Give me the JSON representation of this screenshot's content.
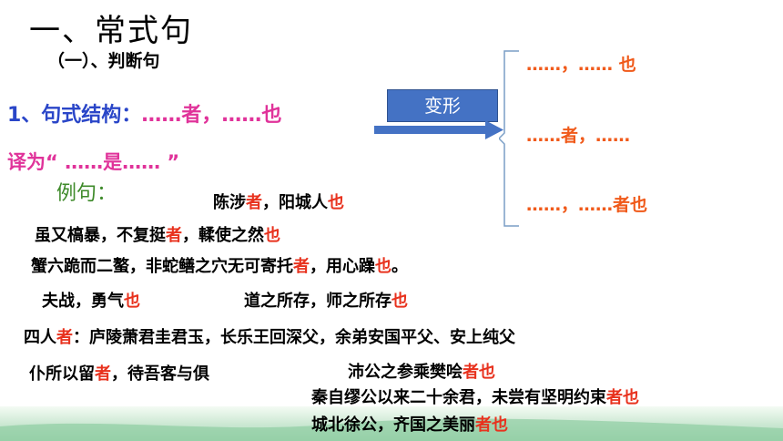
{
  "title": "一、常式句",
  "subtitle": "（一）、判断句",
  "structure": {
    "prefix": "1、句式结构：",
    "pattern": "……者，……也"
  },
  "translation": {
    "text": "译为“ ……是…… ”"
  },
  "example_label": "例句：",
  "transform_label": "变形",
  "forms": [
    {
      "text": "……，…… ",
      "particle": "也"
    },
    {
      "text": "……者，……",
      "particle": ""
    },
    {
      "text": "……，……",
      "particle": "者也"
    }
  ],
  "examples": [
    {
      "a": "陈涉",
      "b": "者",
      "c": "，阳城人",
      "d": "也",
      "e": ""
    },
    {
      "a": "虽又槁暴，不复挺",
      "b": "者",
      "c": "，輮使之然",
      "d": "也",
      "e": ""
    },
    {
      "a": "蟹六跪而二螯，非蛇鳝之穴无可寄托",
      "b": "者",
      "c": "，用心躁",
      "d": "也",
      "e": "。"
    },
    {
      "a": "夫战，勇气",
      "b": "",
      "c": "",
      "d": "也",
      "e": ""
    },
    {
      "a": "道之所存，师之所存",
      "b": "",
      "c": "",
      "d": "也",
      "e": ""
    },
    {
      "a": "四人",
      "b": "者",
      "c": "：庐陵萧君圭君玉，长乐王回深父，余弟安国平父、安上纯父",
      "d": "",
      "e": ""
    },
    {
      "a": "仆所以留",
      "b": "者",
      "c": "，待吾客与俱",
      "d": "",
      "e": ""
    },
    {
      "a": "沛公之参乘樊哙",
      "b": "者",
      "c": "",
      "d": "也",
      "e": ""
    },
    {
      "a": "秦自缪公以来二十余君，未尝有坚明约束",
      "b": "者",
      "c": "",
      "d": "也",
      "e": ""
    },
    {
      "a": "城北徐公，齐国之美丽",
      "b": "者",
      "c": "",
      "d": "也",
      "e": ""
    }
  ],
  "colors": {
    "highlight": "#e8321e",
    "form": "#f05a1a",
    "structure": "#2a46c8",
    "translation": "#e0339a",
    "example_label": "#3e8a2a",
    "transform_box": "#4472c4"
  }
}
